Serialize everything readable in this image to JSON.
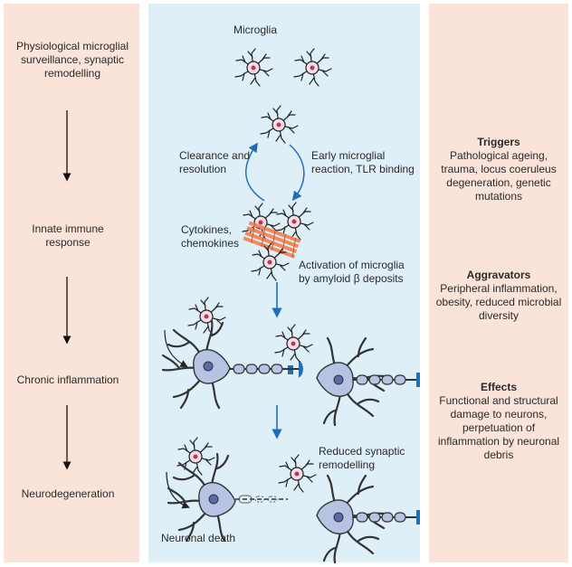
{
  "left_column": {
    "stages": [
      "Physiological microglial surveillance, synaptic remodelling",
      "Innate immune response",
      "Chronic inflammation",
      "Neurodegeneration"
    ]
  },
  "center_column": {
    "microglia_label": "Microglia",
    "clearance_label": "Clearance and resolution",
    "early_reaction_label": "Early microglial reaction, TLR binding",
    "cytokines_label": "Cytokines, chemokines",
    "activation_label": "Activation of microglia by amyloid β deposits",
    "reduced_remodelling_label": "Reduced synaptic remodelling",
    "neuronal_death_label": "Neuronal death"
  },
  "right_column": {
    "sections": [
      {
        "heading": "Triggers",
        "body": "Pathological ageing, trauma, locus coeruleus degeneration, genetic mutations"
      },
      {
        "heading": "Aggravators",
        "body": "Peripheral inflammation, obesity, reduced microbial diversity"
      },
      {
        "heading": "Effects",
        "body": "Functional and structural damage to neurons, perpetuation of inflammation by neuronal debris"
      }
    ]
  },
  "colors": {
    "side_panel": "#fae3d8",
    "center_panel": "#deeff7",
    "arrow_blue": "#1f6fb5",
    "neuron_fill": "#b7c3e3",
    "microglia_fill": "#f6dde4",
    "amyloid": "#f08a5e"
  }
}
